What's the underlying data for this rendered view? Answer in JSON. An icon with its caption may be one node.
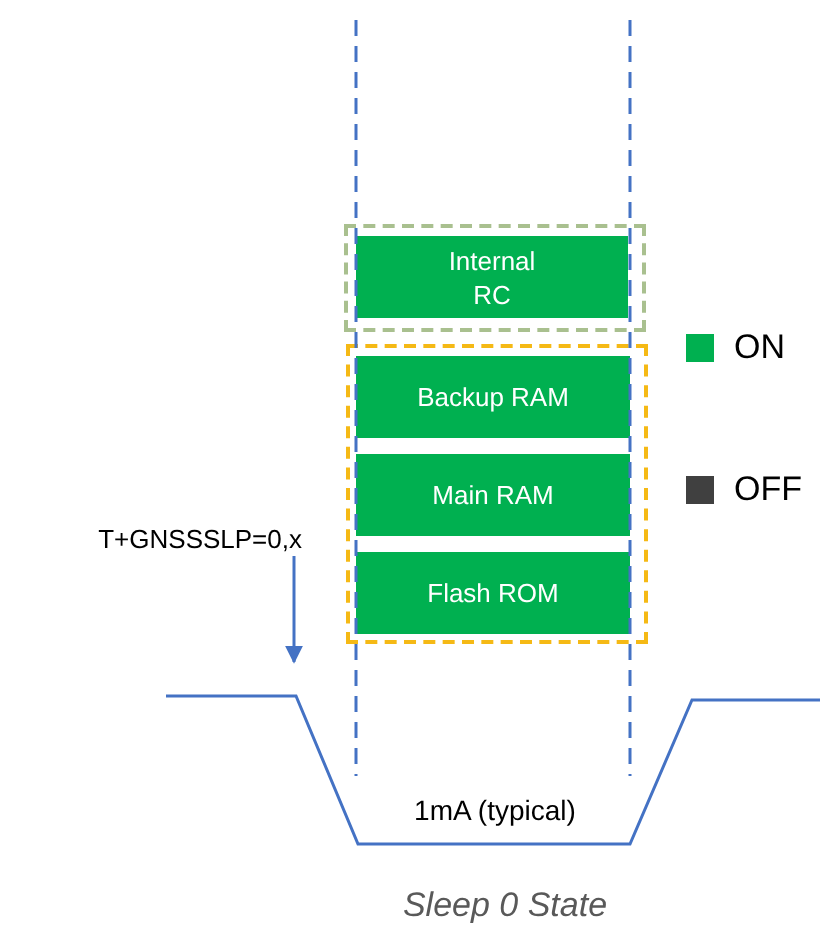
{
  "diagram": {
    "caption": "Sleep 0 State",
    "nodes": [
      {
        "text": [],
        "shape": "box"
      },
      {
        "text": [
          "Internal RC"
        ],
        "in": 0
      },
      {
        "text": [],
        "shape": "box"
      },
      {
        "text": [
          "Backup RAM"
        ],
        "in": 2
      },
      {
        "text": [
          "Main RAM"
        ],
        "in": 2
      },
      {
        "text": [
          "Flash ROM"
        ],
        "in": 2
      },
      {
        "text": [
          "T+GNSSSLP=0,x"
        ]
      },
      {
        "text": [],
        "shape": "line"
      }
    ],
    "edges": [
      {
        "from": 6,
        "to": 7,
        "arrow": "to"
      }
    ],
    "labels": [
      "1mA (typical)"
    ],
    "legend": [
      {
        "text": "ON",
        "color": "#00b050"
      },
      {
        "text": "OFF",
        "color": "#404040"
      }
    ]
  }
}
